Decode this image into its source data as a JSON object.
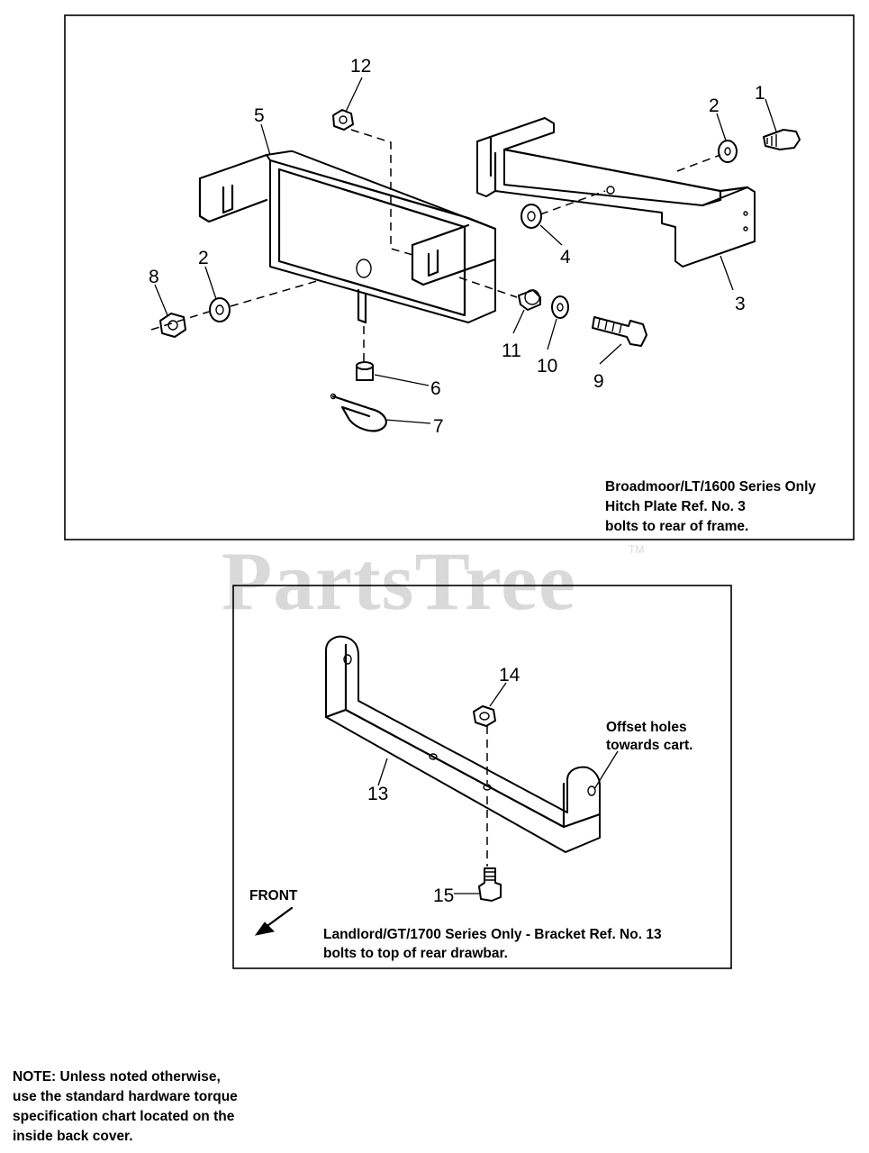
{
  "watermark": {
    "text": "PartsTree",
    "trademark": "TM"
  },
  "top_panel": {
    "callouts": {
      "c1": "1",
      "c2a": "2",
      "c2b": "2",
      "c3": "3",
      "c4": "4",
      "c5": "5",
      "c6": "6",
      "c7": "7",
      "c8": "8",
      "c9": "9",
      "c10": "10",
      "c11": "11",
      "c12": "12"
    },
    "caption": [
      "Broadmoor/LT/1600 Series Only",
      "Hitch Plate Ref. No. 3",
      "bolts to rear of frame."
    ]
  },
  "bottom_panel": {
    "callouts": {
      "c13": "13",
      "c14": "14",
      "c15": "15"
    },
    "offset_note": [
      "Offset holes",
      "towards cart."
    ],
    "front_label": "FRONT",
    "caption": [
      "Landlord/GT/1700 Series Only - Bracket Ref. No. 13",
      "bolts to top of rear drawbar."
    ]
  },
  "note": [
    "NOTE: Unless noted otherwise,",
    "use the standard hardware torque",
    "specification chart located on the",
    "inside back cover."
  ]
}
